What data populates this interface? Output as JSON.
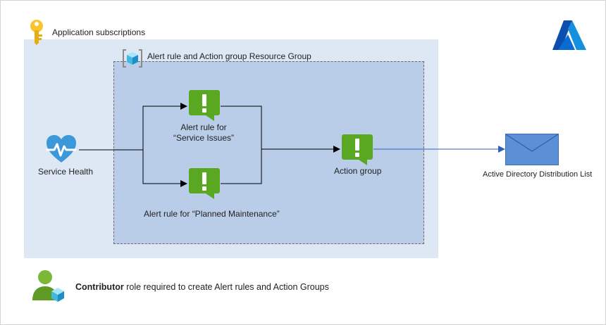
{
  "subscription": {
    "label": "Application subscriptions"
  },
  "resource_group": {
    "label": "Alert rule and Action group Resource Group"
  },
  "service_health": {
    "label": "Service Health"
  },
  "alert_rule_service_issues": {
    "line1": "Alert rule for",
    "line2": "“Service Issues”"
  },
  "alert_rule_planned_maintenance": {
    "label": "Alert rule for “Planned Maintenance”"
  },
  "action_group": {
    "label": "Action group"
  },
  "distribution_list": {
    "label": "Active Directory Distribution List"
  },
  "contributor_note": {
    "bold": "Contributor",
    "rest": " role required to create Alert rules and Action Groups"
  },
  "colors": {
    "subscription_fill": "#dde8f4",
    "resource_group_fill": "#b9cde8",
    "alert_green": "#5aa822",
    "email_blue": "#5b8fd6",
    "heart_blue": "#3b98d9",
    "azure_blue": "#0a6cd3",
    "key_yellow": "#f7c52d"
  },
  "icons": {
    "subscription": "key-icon",
    "resource_group": "resource-group-icon",
    "service_health": "heart-pulse-icon",
    "alert": "alert-exclamation-icon",
    "email": "envelope-icon",
    "brand": "azure-logo-icon",
    "user": "user-role-icon"
  }
}
